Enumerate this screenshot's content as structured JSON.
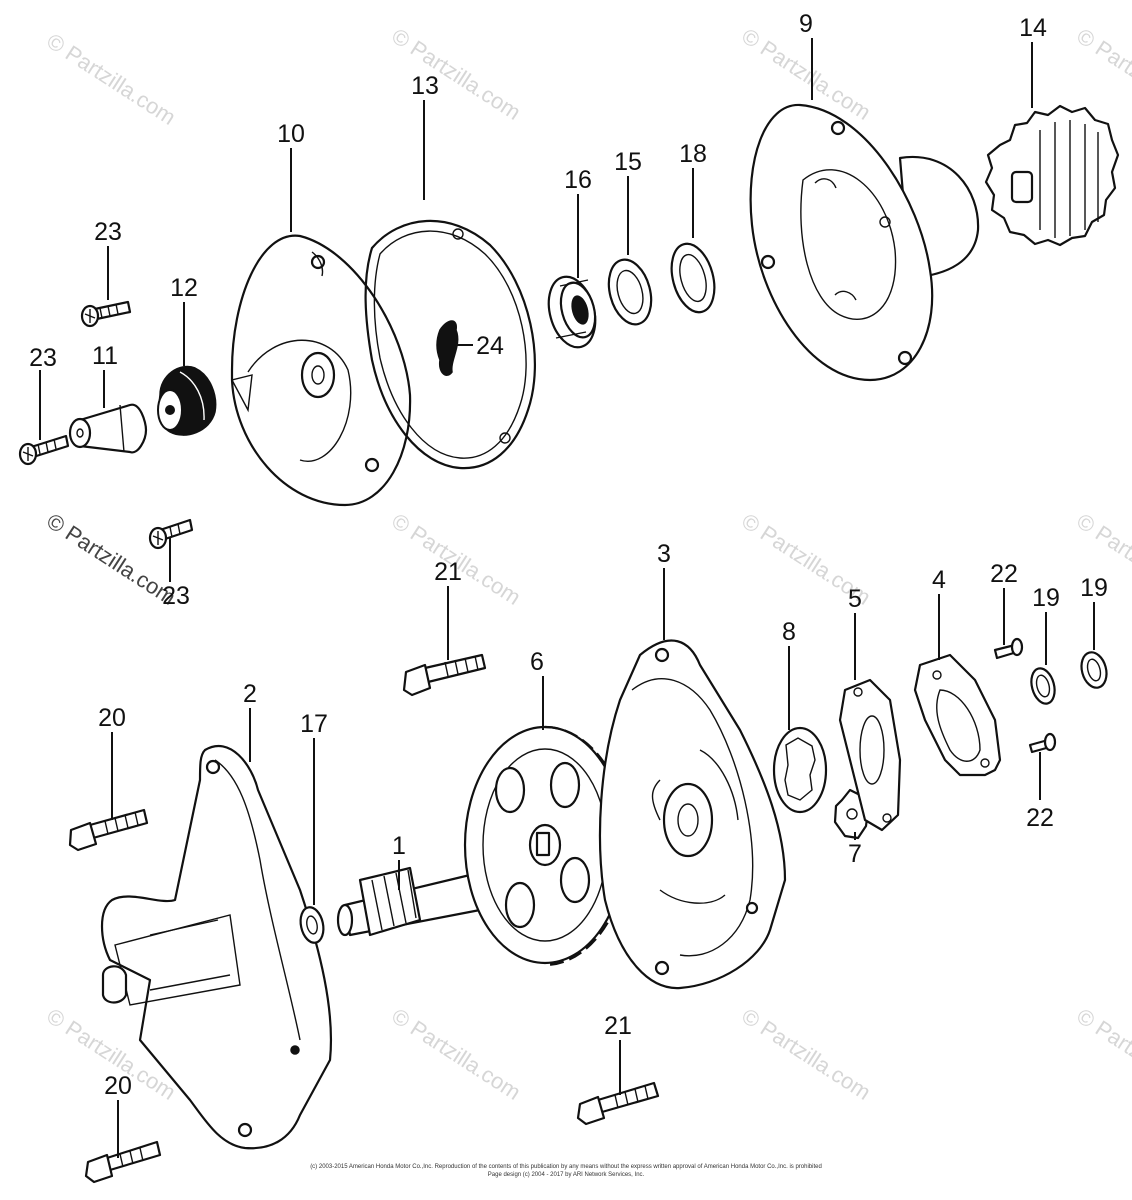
{
  "watermark": "© Partzilla.com",
  "copyright_line1": "(c) 2003-2015 American Honda Motor Co.,Inc. Reproduction of the contents of this publication by any means without the express written approval of American Honda Motor Co.,Inc. is prohibited",
  "copyright_line2": "Page design (c) 2004 - 2017 by ARI Network Services, Inc.",
  "callouts": {
    "c1": "1",
    "c2": "2",
    "c3": "3",
    "c4": "4",
    "c5": "5",
    "c6": "6",
    "c7": "7",
    "c8": "8",
    "c9": "9",
    "c10": "10",
    "c11": "11",
    "c12": "12",
    "c13": "13",
    "c14": "14",
    "c15": "15",
    "c16": "16",
    "c17": "17",
    "c18": "18",
    "c19a": "19",
    "c19b": "19",
    "c20a": "20",
    "c20b": "20",
    "c21a": "21",
    "c21b": "21",
    "c22a": "22",
    "c22b": "22",
    "c23a": "23",
    "c23b": "23",
    "c23c": "23",
    "c24": "24"
  }
}
